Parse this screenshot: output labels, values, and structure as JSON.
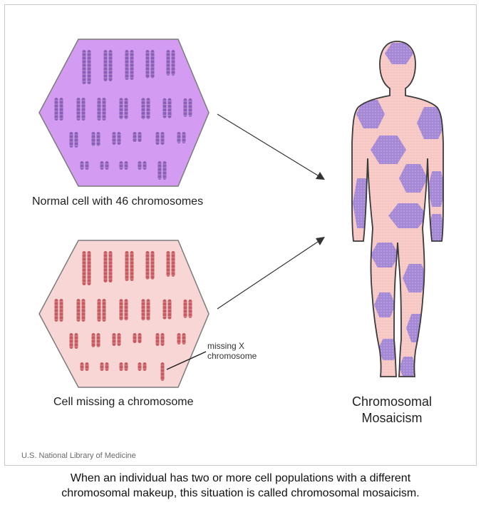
{
  "diagram": {
    "normal_cell_caption": "Normal cell with 46 chromosomes",
    "missing_cell_caption": "Cell missing a chromosome",
    "missing_label_line1": "missing X",
    "missing_label_line2": "chromosome",
    "body_title_line1": "Chromosomal",
    "body_title_line2": "Mosaicism",
    "credit": "U.S. National Library of Medicine",
    "colors": {
      "normal_cell_fill": "#d39cf2",
      "normal_chromosome": "#8b5fb7",
      "missing_cell_fill": "#f9d6d6",
      "missing_chromosome": "#c75a5e",
      "body_outline": "#3a3a3a"
    }
  },
  "footer": {
    "line1": "When an individual has two or more cell populations with a different",
    "line2": "chromosomal makeup, this situation is called chromosomal mosaicism."
  }
}
